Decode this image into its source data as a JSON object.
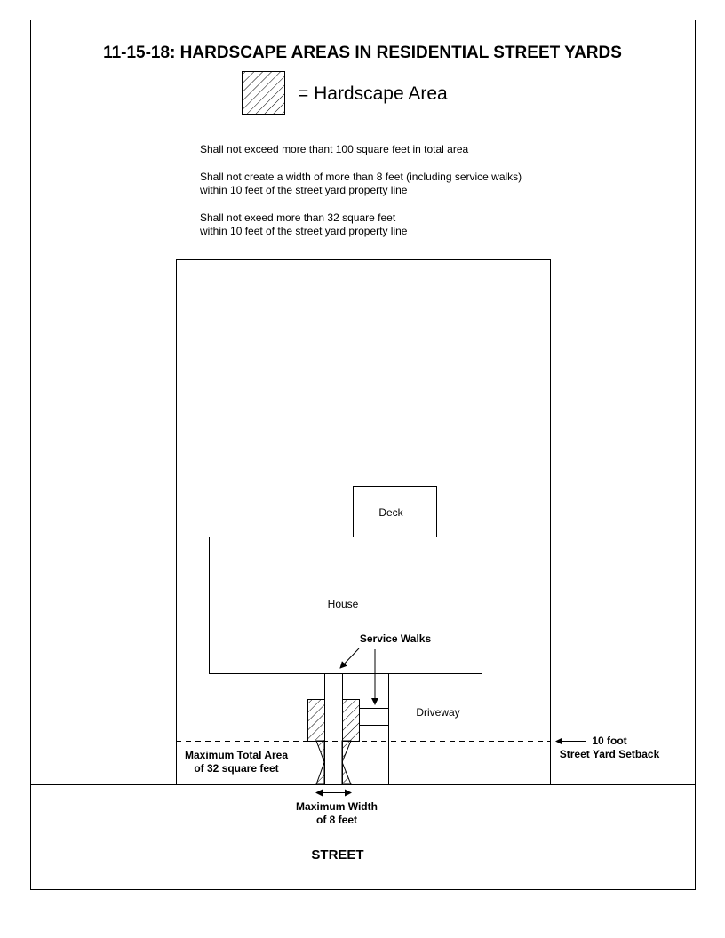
{
  "title": "11-15-18:  HARDSCAPE AREAS IN RESIDENTIAL STREET YARDS",
  "legend": "= Hardscape Area",
  "rules": [
    "Shall not exceed more thant 100 square feet in total area",
    "Shall not create a width of more than 8 feet (including service walks)",
    "within 10 feet of the street yard property line",
    "Shall not exeed more than 32 square feet",
    "within 10 feet of the street yard property line"
  ],
  "labels": {
    "deck": "Deck",
    "house": "House",
    "driveway": "Driveway",
    "service_walks": "Service Walks",
    "max_area_1": "Maximum Total Area",
    "max_area_2": "of 32 square feet",
    "max_width_1": "Maximum Width",
    "max_width_2": "of 8 feet",
    "setback_1": "10 foot",
    "setback_2": "Street Yard Setback",
    "street": "STREET"
  }
}
